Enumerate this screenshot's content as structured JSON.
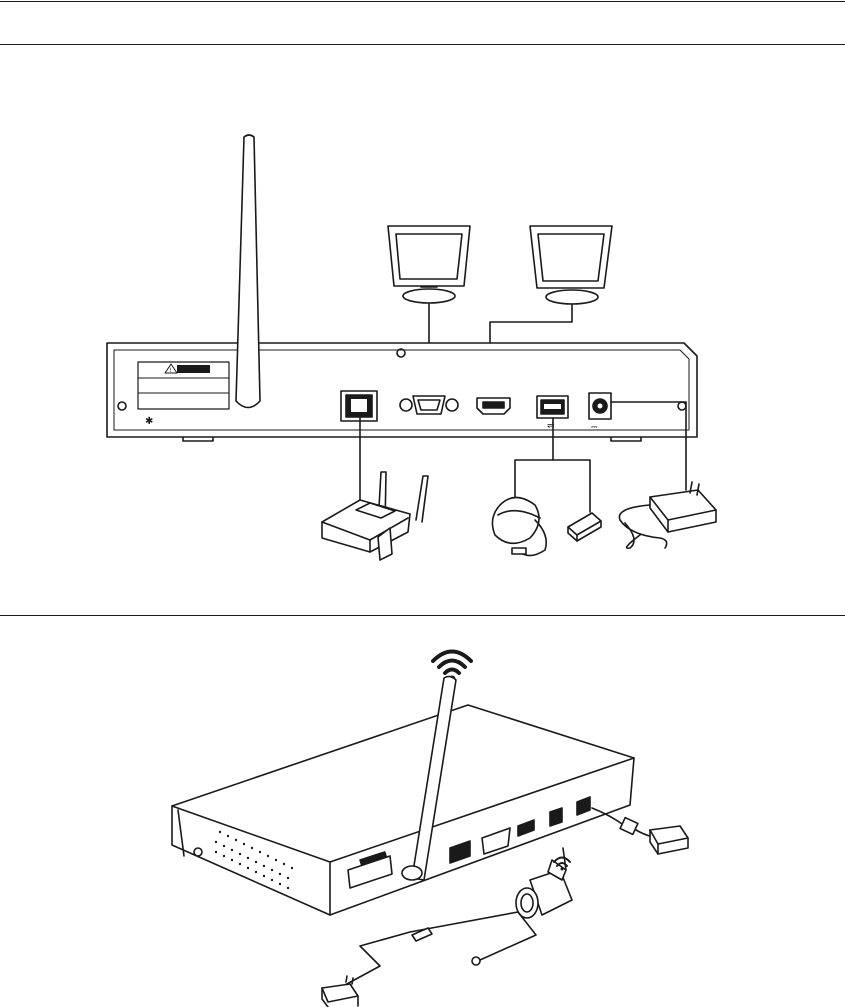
{
  "diagram": {
    "top_panel": {
      "antenna": "antenna",
      "monitors": [
        "vga-monitor",
        "hdmi-monitor"
      ],
      "ports": [
        "ethernet-port",
        "vga-port",
        "hdmi-port",
        "usb-port",
        "power-port"
      ],
      "peripherals": [
        "router",
        "usb-mouse",
        "usb-flash-drive",
        "power-adapter"
      ],
      "icons": {
        "warning": "warning-icon",
        "usb": "usb-symbol-icon",
        "power": "dc-power-symbol-icon"
      }
    },
    "bottom_panel": {
      "devices": [
        "nvr-recorder",
        "wireless-camera",
        "camera-power-adapter",
        "nvr-power-adapter"
      ],
      "icons": {
        "nvr_signal": "wifi-icon",
        "camera_signal": "wifi-icon"
      }
    },
    "line_color": "#1a1a1a",
    "fill_color": "#ffffff"
  }
}
